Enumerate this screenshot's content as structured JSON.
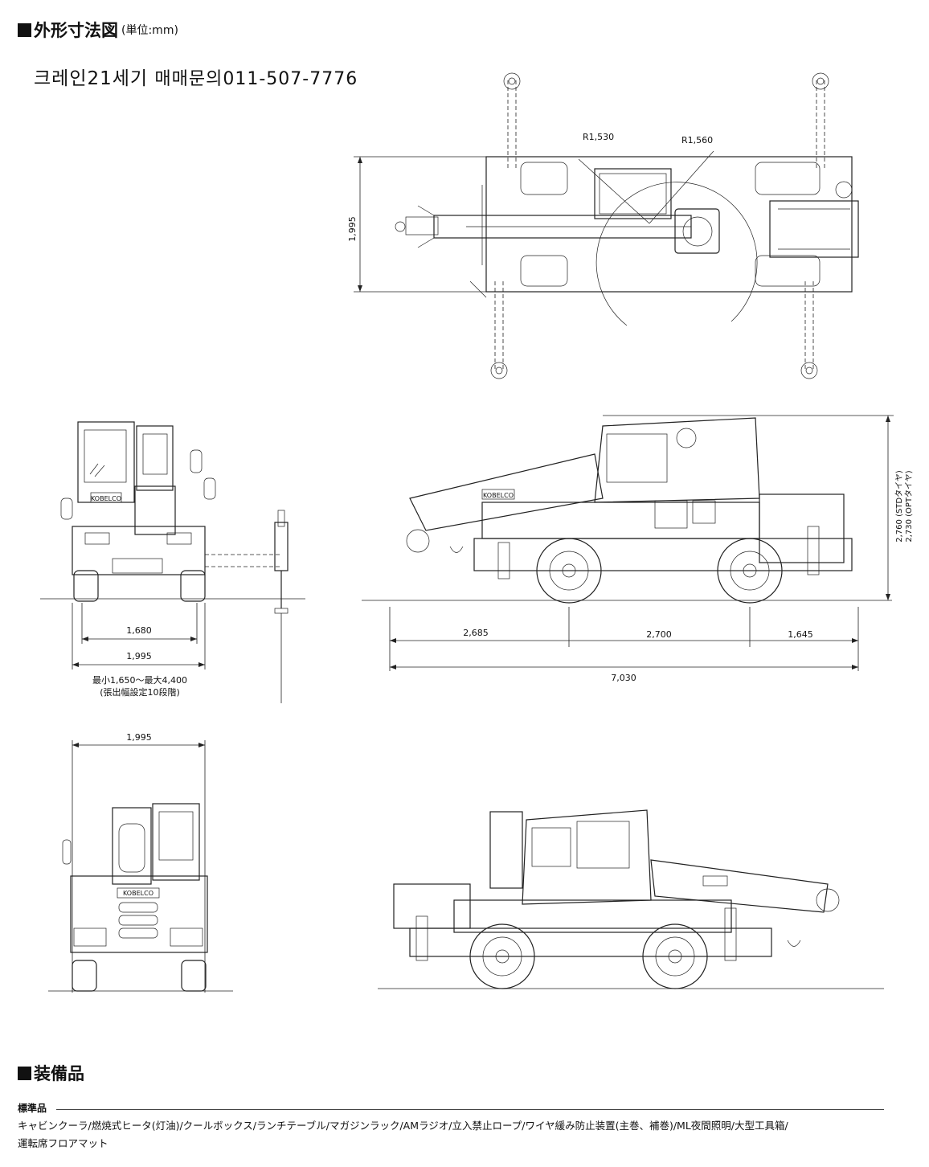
{
  "header": {
    "title": "外形寸法図",
    "unit": "(単位:mm)"
  },
  "contact": {
    "company": "크레인21세기",
    "inquiry": "매매문의011-507-7776"
  },
  "top_view": {
    "width_dim": "1,995",
    "radius_left": "R1,530",
    "radius_right": "R1,560"
  },
  "front_view": {
    "track_dim": "1,680",
    "width_dim": "1,995",
    "outrigger_note_1": "最小1,650～最大4,400",
    "outrigger_note_2": "(張出幅設定10段階)",
    "brand": "KOBELCO"
  },
  "side_view": {
    "dim_front": "2,685",
    "dim_wheelbase": "2,700",
    "dim_rear": "1,645",
    "dim_total": "7,030",
    "height_std": "2,760 (STDタイヤ)",
    "height_opt": "2,730 (OPTタイヤ)",
    "brand": "KOBELCO"
  },
  "rear_view": {
    "width_dim": "1,995",
    "brand": "KOBELCO"
  },
  "equipment": {
    "title": "装備品",
    "standard_label": "標準品",
    "items_line1": "キャビンクーラ/燃焼式ヒータ(灯油)/クールボックス/ランチテーブル/マガジンラック/AMラジオ/立入禁止ロープ/ワイヤ緩み防止装置(主巻、補巻)/ML夜間照明/大型工具箱/",
    "items_line2": "運転席フロアマット"
  }
}
